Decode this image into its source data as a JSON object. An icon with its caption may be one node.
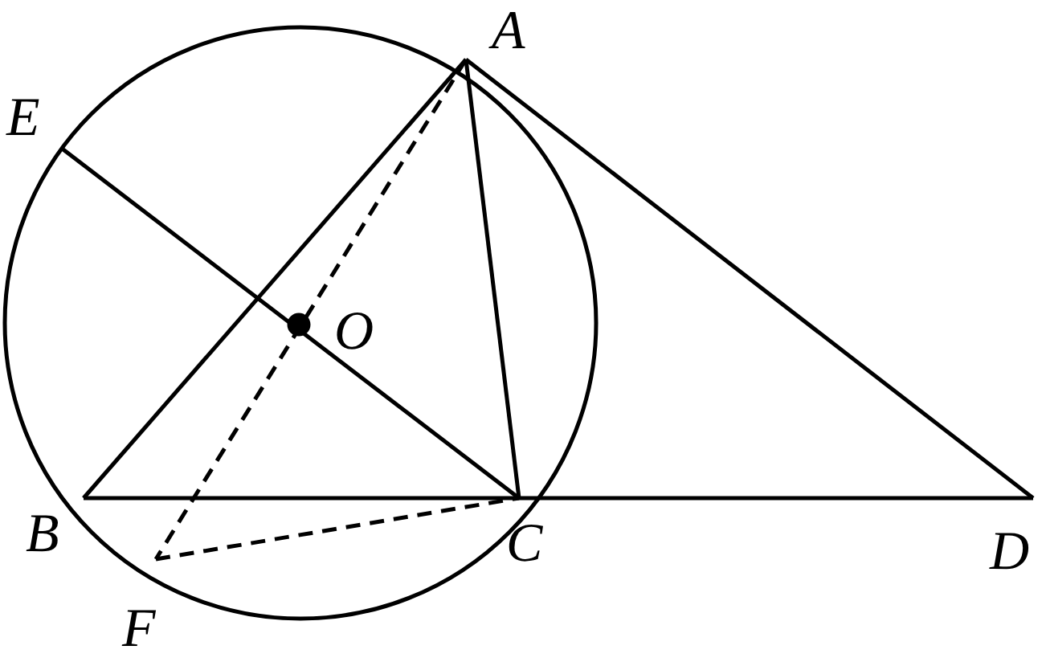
{
  "diagram": {
    "labels": [
      "A",
      "E",
      "O",
      "B",
      "C",
      "D",
      "F"
    ]
  }
}
